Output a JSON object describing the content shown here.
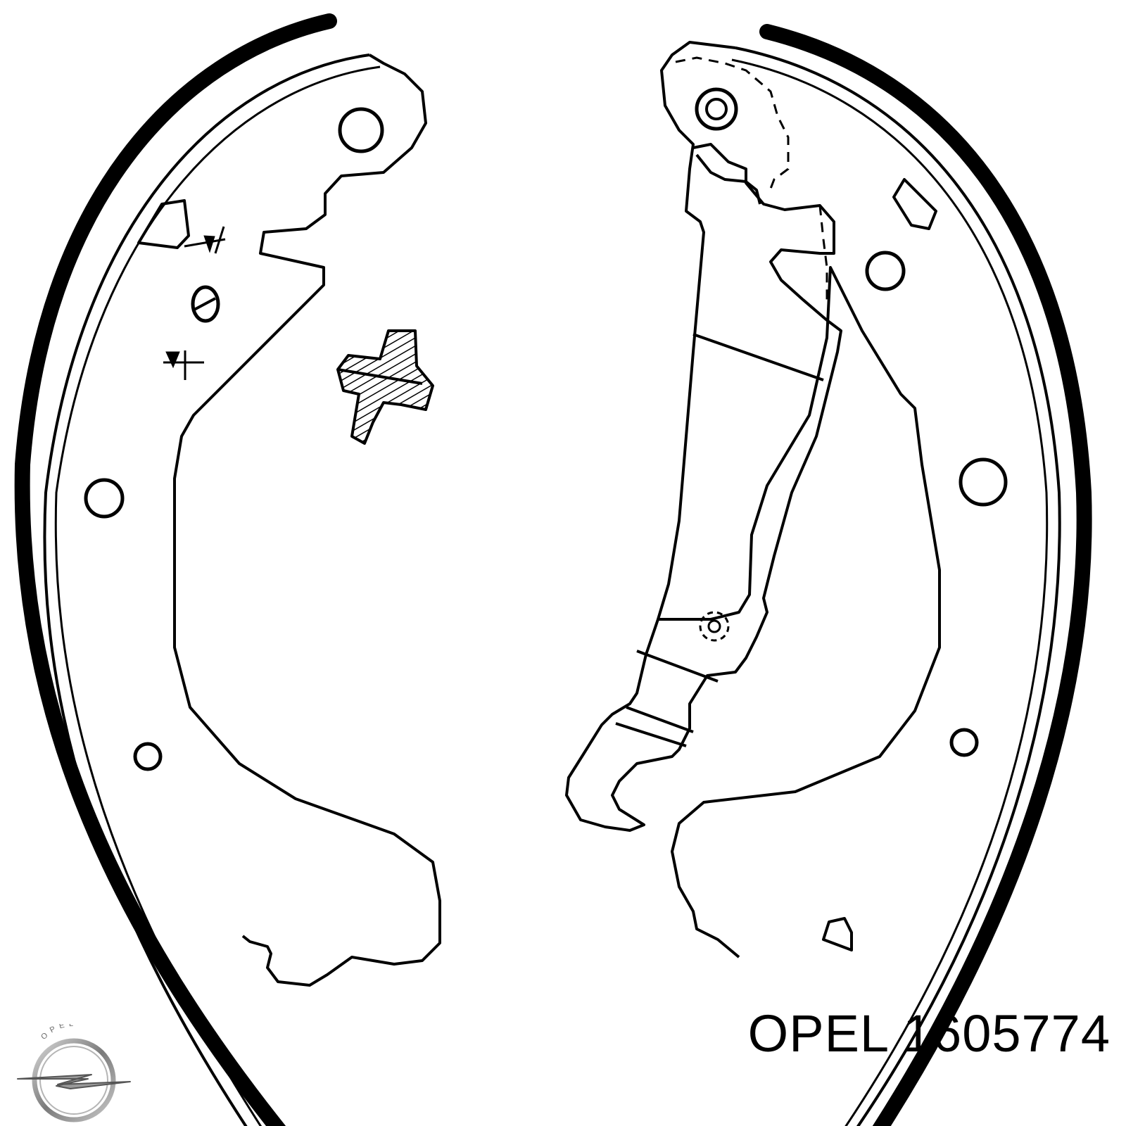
{
  "product": {
    "brand": "OPEL",
    "part_number": "1605774"
  },
  "logo": {
    "emblem_text": "OPEL",
    "icon": "opel-blitz-logo-icon"
  },
  "colors": {
    "line": "#000000",
    "background": "#ffffff",
    "logo_metal": "#8a8a8a"
  }
}
